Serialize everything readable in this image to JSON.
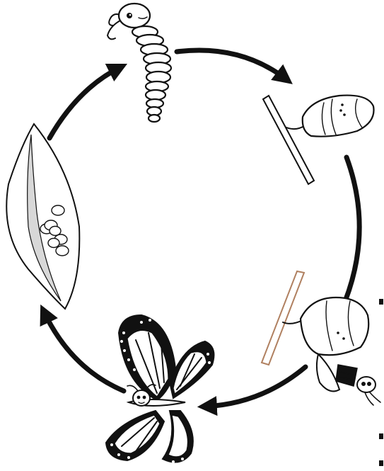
{
  "diagram": {
    "type": "life-cycle",
    "direction": "clockwise",
    "stages": [
      {
        "id": "caterpillar",
        "icon": "caterpillar-icon"
      },
      {
        "id": "pupa-hanging",
        "icon": "chrysalis-icon"
      },
      {
        "id": "pupa-emerging",
        "icon": "emerging-butterfly-icon"
      },
      {
        "id": "adult",
        "icon": "butterfly-icon"
      },
      {
        "id": "eggs",
        "icon": "leaf-with-eggs-icon"
      }
    ],
    "arrows": [
      {
        "from": "caterpillar",
        "to": "pupa-hanging"
      },
      {
        "from": "pupa-hanging",
        "to": "pupa-emerging"
      },
      {
        "from": "pupa-emerging",
        "to": "adult"
      },
      {
        "from": "adult",
        "to": "eggs"
      },
      {
        "from": "eggs",
        "to": "caterpillar"
      }
    ]
  },
  "colors": {
    "line": "#111111",
    "background": "#ffffff",
    "twig": "#b08060",
    "leaf_vein": "#d8d8d8"
  }
}
